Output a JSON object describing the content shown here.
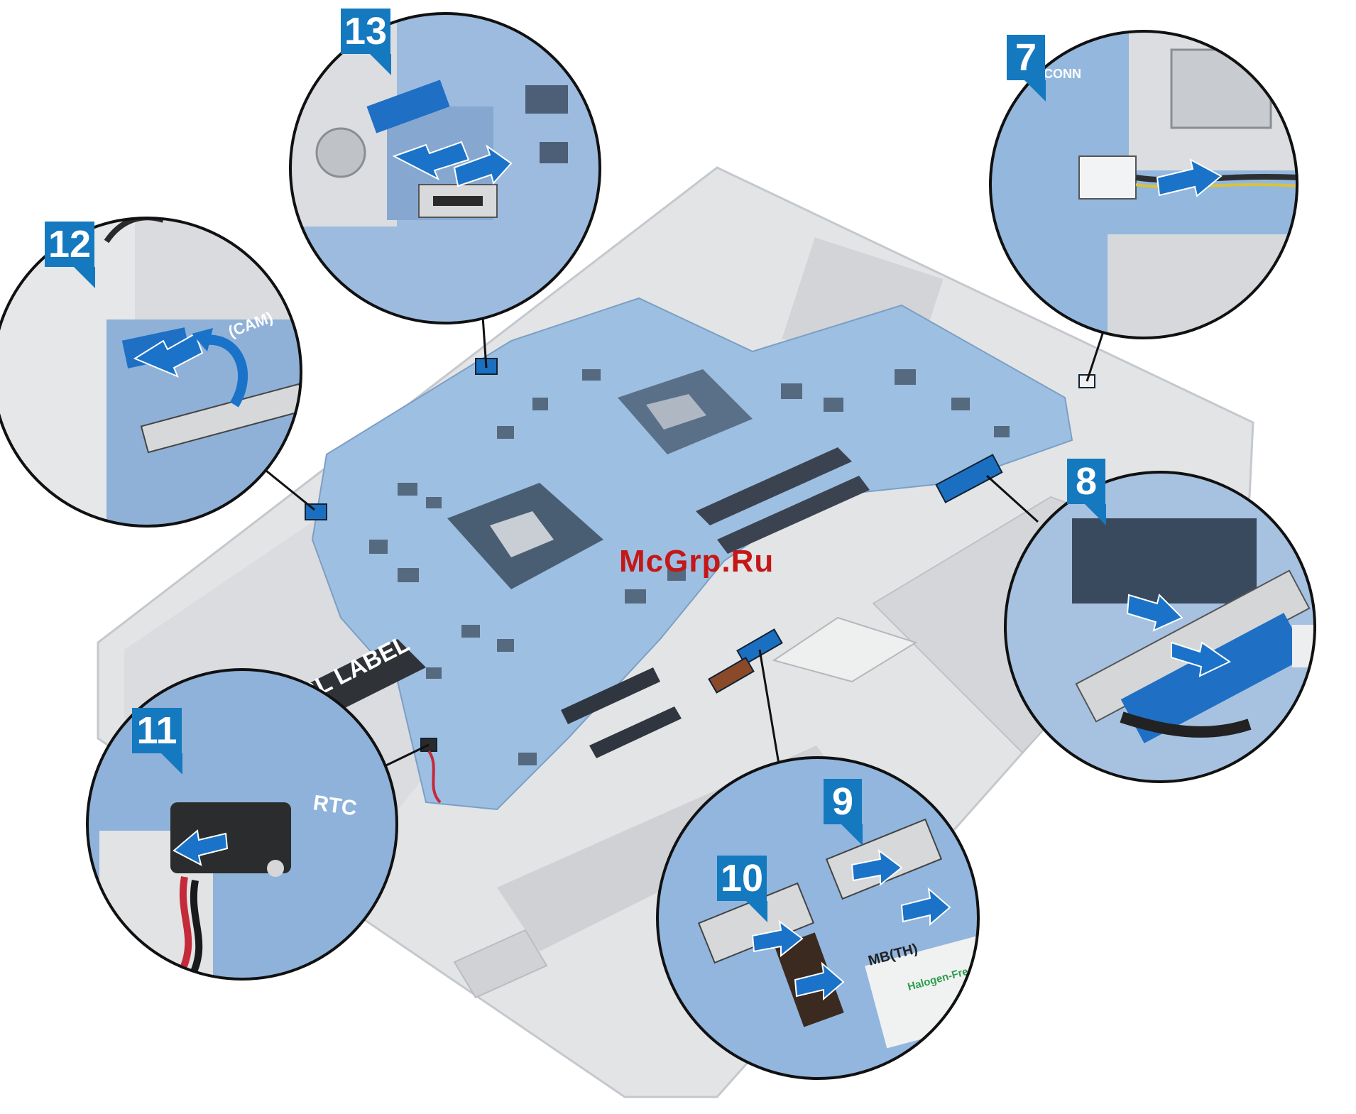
{
  "watermark": "McGrp.Ru",
  "steps": [
    {
      "id": "7",
      "label": "7"
    },
    {
      "id": "8",
      "label": "8"
    },
    {
      "id": "9",
      "label": "9"
    },
    {
      "id": "10",
      "label": "10"
    },
    {
      "id": "11",
      "label": "11"
    },
    {
      "id": "12",
      "label": "12"
    },
    {
      "id": "13",
      "label": "13"
    }
  ],
  "part_labels": {
    "bl_label": "BL LABEL",
    "rtc": "RTC",
    "cam": "(CAM)",
    "mb_th": "MB(TH)",
    "halogen_free": "Halogen-Free",
    "conn": "CONN"
  },
  "colors": {
    "board": "#9dbfe2",
    "chassis": "#d9dbdd",
    "cable_blue": "#1b6fc0",
    "arrow_blue": "#1a73c8",
    "badge": "#1479bf",
    "leader": "#111111",
    "watermark": "#c41818"
  }
}
